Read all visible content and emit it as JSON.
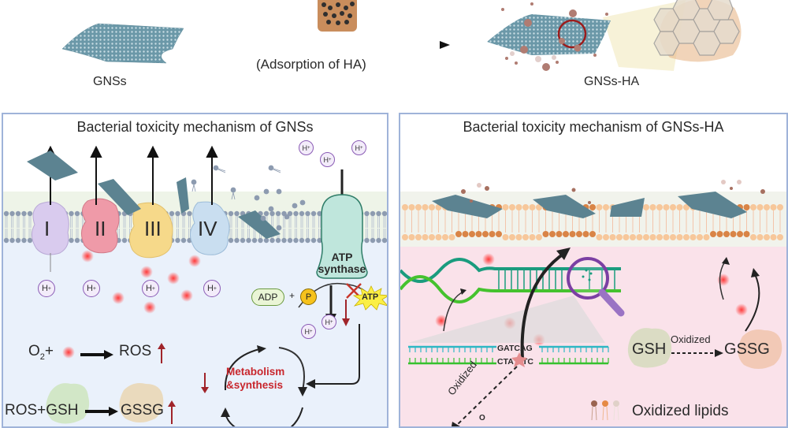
{
  "top": {
    "gns_label": "GNSs",
    "process_label": "(Adsorption of HA)",
    "gns_ha_label": "GNSs-HA"
  },
  "left_panel": {
    "title": "Bacterial toxicity mechanism of GNSs",
    "complexes": [
      "I",
      "II",
      "III",
      "IV"
    ],
    "proton_label": "H",
    "proton_sup": "+",
    "atp_synthase": [
      "ATP",
      "synthase"
    ],
    "adp": "ADP",
    "plus": "+",
    "phosphate": "P",
    "atp": "ATP",
    "o2_eq": {
      "o2": "O",
      "sub": "2",
      "plus": "+",
      "product": "ROS"
    },
    "gsh_eq": {
      "reactants": "ROS+GSH",
      "product": "GSSG"
    },
    "metabolism": [
      "Metabolism",
      "&synthesis"
    ]
  },
  "right_panel": {
    "title": "Bacterial toxicity mechanism of GNSs-HA",
    "dna_top_seq": "GATCAG",
    "dna_bottom_seq_left": "CTA",
    "dna_bottom_seq_right": "TC",
    "oxidized_dna": "Oxidized",
    "oxo_symbol": "O",
    "gsh": "GSH",
    "oxidized_arrow": "Oxidized",
    "gssg": "GSSG",
    "legend_label": "Oxidized lipids"
  },
  "colors": {
    "panel_border": "#9fb3d9",
    "left_cytoplasm": "#eaf1fb",
    "right_cytoplasm": "#fae2ea",
    "membrane_zone": "#eef4e8",
    "up_arrow_red": "#a0242a",
    "metabolism_text": "#c8262c",
    "complex_I": "#d9cbee",
    "complex_II": "#ef9aa8",
    "complex_III": "#f6d98a",
    "complex_IV": "#c9def0",
    "atp_synthase": "#bfe6dc",
    "adp_fill": "#eaf5d6",
    "phosphate_fill": "#f6c21c",
    "atp_star": "#fbef45",
    "dna_blue": "#2fb7c4",
    "dna_green": "#37c12f",
    "magnifier": "#7b3fa3"
  }
}
